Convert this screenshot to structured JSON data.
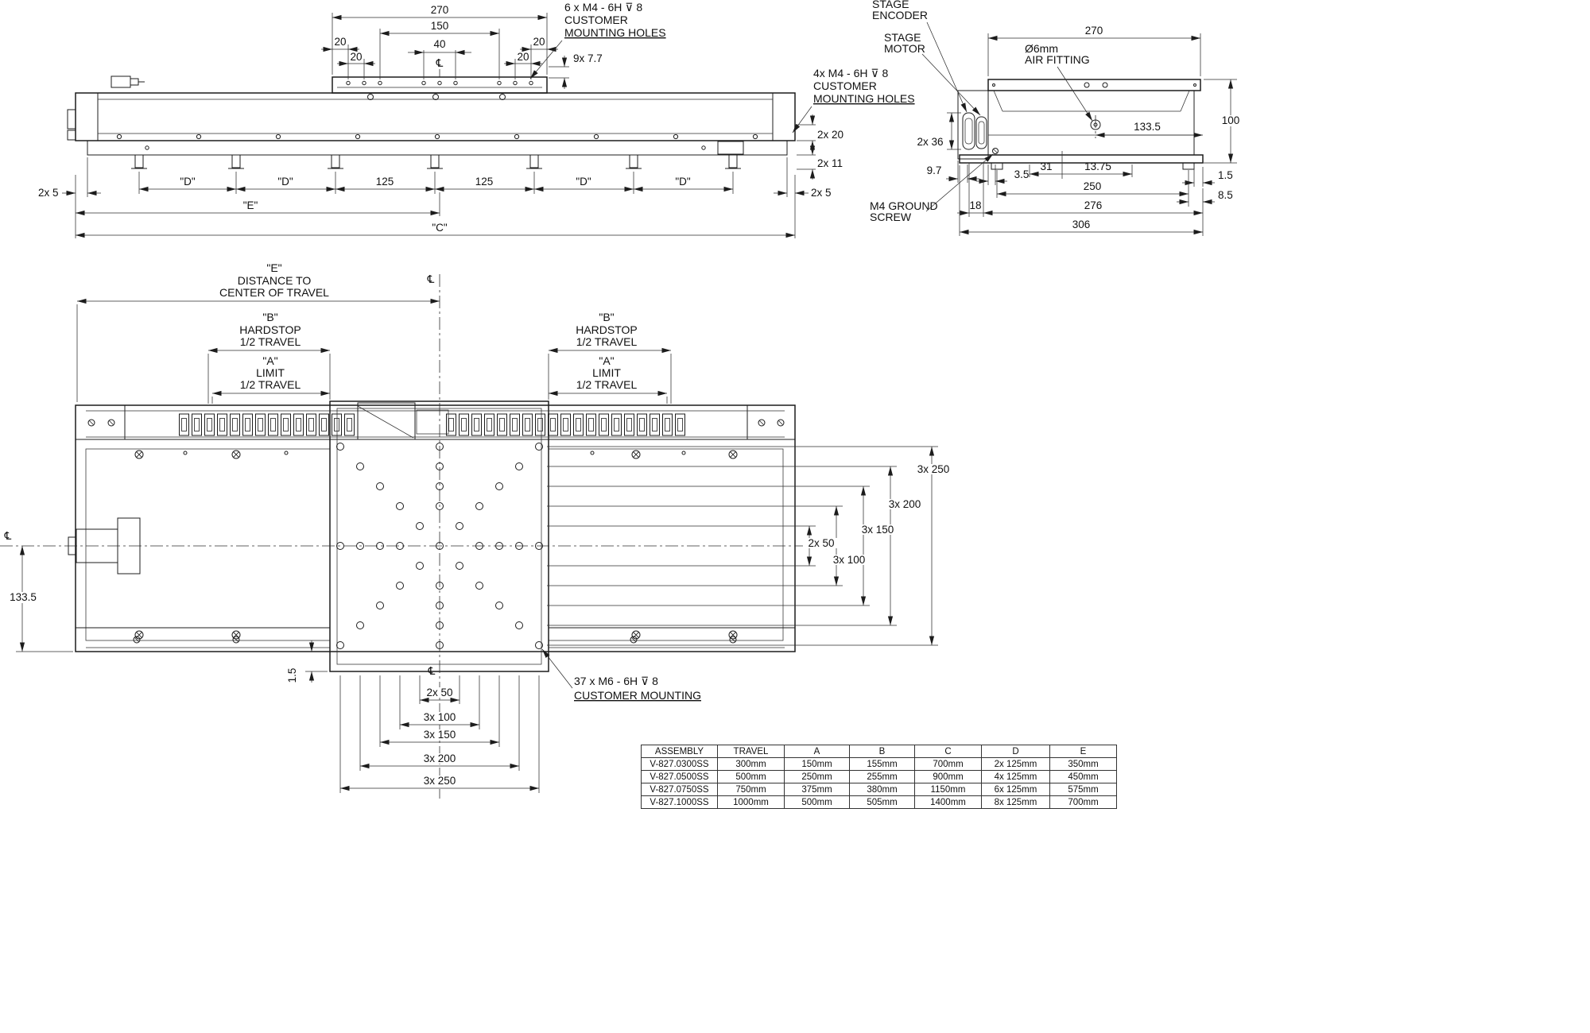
{
  "style": {
    "line_color": "#1c1c1c",
    "background": "#ffffff"
  },
  "symbols": {
    "centerline": "℄",
    "depth": "⊽",
    "diameter": "Ø"
  },
  "side_view": {
    "dims": {
      "w270": "270",
      "w150": "150",
      "w40": "40",
      "w20": "20",
      "holes_depth": "9x 7.7",
      "h2x20": "2x 20",
      "h2x11": "2x 11",
      "span125": "125",
      "spanD": "\"D\"",
      "end5": "2x 5",
      "travelE": "\"E\"",
      "totalC": "\"C\""
    },
    "callout_top": {
      "l1": "6 x M4 - 6H ⊽ 8",
      "l2": "CUSTOMER",
      "l3": "MOUNTING HOLES"
    },
    "callout_right": {
      "l1": "4x M4 - 6H ⊽ 8",
      "l2": "CUSTOMER",
      "l3": "MOUNTING HOLES"
    }
  },
  "end_view": {
    "labels": {
      "encoder1": "STAGE",
      "encoder2": "ENCODER",
      "motor1": "STAGE",
      "motor2": "MOTOR",
      "air1": "Ø6mm",
      "air2": "AIR FITTING",
      "ground1": "M4 GROUND",
      "ground2": "SCREW"
    },
    "dims": {
      "w270": "270",
      "h100": "100",
      "air_offset": "133.5",
      "conn": "2x 36",
      "d9_7": "9.7",
      "d3_5": "3.5",
      "d31": "31",
      "d13_75": "13.75",
      "d1_5": "1.5",
      "feet250": "250",
      "d8_5": "8.5",
      "d18": "18",
      "w276": "276",
      "w306": "306"
    }
  },
  "top_view": {
    "travel_labels": {
      "e1": "\"E\"",
      "e2": "DISTANCE TO",
      "e3": "CENTER OF TRAVEL",
      "b1": "\"B\"",
      "b2": "HARDSTOP",
      "b3": "1/2 TRAVEL",
      "a1": "\"A\"",
      "a2": "LIMIT",
      "a3": "1/2 TRAVEL"
    },
    "dims": {
      "center_h": "133.5",
      "edge": "1.5",
      "g2x50": "2x 50",
      "g3x100": "3x 100",
      "g3x150": "3x 150",
      "g3x200": "3x 200",
      "g3x250": "3x 250"
    },
    "callout": {
      "l1": "37 x M6 - 6H ⊽ 8",
      "l2": "CUSTOMER MOUNTING"
    }
  },
  "table": {
    "headers": [
      "ASSEMBLY",
      "TRAVEL",
      "A",
      "B",
      "C",
      "D",
      "E"
    ],
    "rows": [
      [
        "V-827.0300SS",
        "300mm",
        "150mm",
        "155mm",
        "700mm",
        "2x 125mm",
        "350mm"
      ],
      [
        "V-827.0500SS",
        "500mm",
        "250mm",
        "255mm",
        "900mm",
        "4x 125mm",
        "450mm"
      ],
      [
        "V-827.0750SS",
        "750mm",
        "375mm",
        "380mm",
        "1150mm",
        "6x 125mm",
        "575mm"
      ],
      [
        "V-827.1000SS",
        "1000mm",
        "500mm",
        "505mm",
        "1400mm",
        "8x 125mm",
        "700mm"
      ]
    ]
  }
}
